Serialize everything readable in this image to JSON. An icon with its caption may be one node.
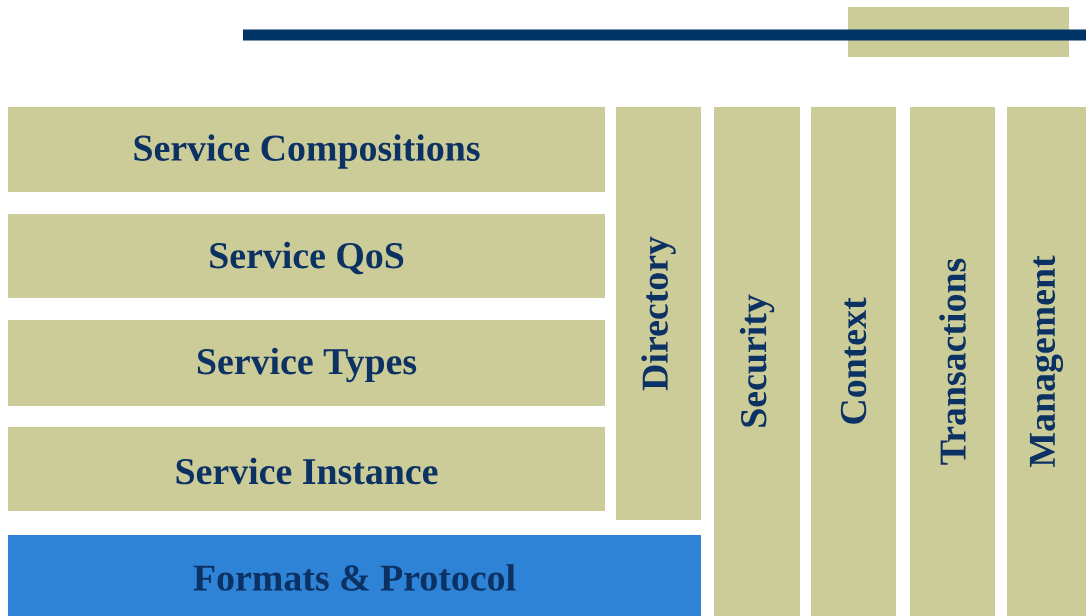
{
  "diagram": {
    "nodes": [
      {
        "text": [
          "Service Compositions"
        ]
      },
      {
        "text": [
          "Service QoS"
        ]
      },
      {
        "text": [
          "Service Types"
        ]
      },
      {
        "text": [
          "Service Instance"
        ]
      },
      {
        "text": [
          "Formats & Protocol"
        ]
      },
      {
        "text": [
          "Directory"
        ]
      },
      {
        "text": [
          "Security"
        ]
      },
      {
        "text": [
          "Context"
        ]
      },
      {
        "text": [
          "Transactions"
        ]
      },
      {
        "text": [
          "Management"
        ]
      }
    ]
  }
}
